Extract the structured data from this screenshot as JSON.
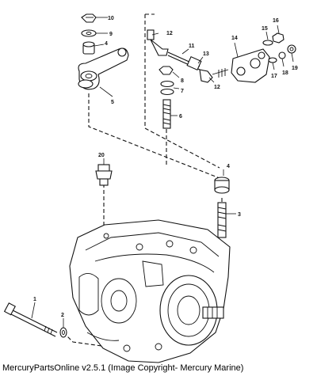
{
  "diagram": {
    "callouts": {
      "c1": "1",
      "c2": "2",
      "c3": "3",
      "c4": "4",
      "c4b": "4",
      "c5": "5",
      "c6": "6",
      "c7": "7",
      "c8": "8",
      "c9": "9",
      "c10": "10",
      "c11": "11",
      "c12": "12",
      "c12b": "12",
      "c13": "13",
      "c14": "14",
      "c15": "15",
      "c16": "16",
      "c17": "17",
      "c18": "18",
      "c19": "19",
      "c20": "20"
    }
  },
  "footer": {
    "caption": "MercuryPartsOnline v2.5.1 (Image Copyright- Mercury Marine)"
  }
}
